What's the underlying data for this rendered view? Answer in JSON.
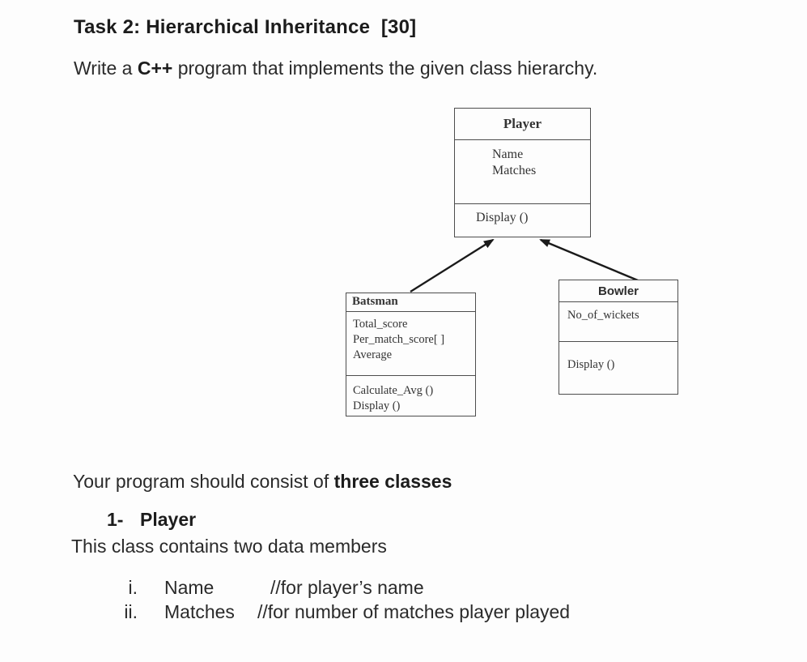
{
  "page": {
    "heading": "Task 2: Hierarchical Inheritance  [30]",
    "intro": {
      "prefix": "Write a ",
      "bold": "C++",
      "suffix": " program that implements the given class hierarchy."
    },
    "consist": {
      "prefix": "Your program should consist of ",
      "bold": "three classes"
    },
    "item1": {
      "number": "1-",
      "title": "Player",
      "desc": "This class contains two data members"
    },
    "members": [
      {
        "roman": "i.",
        "name": "Name",
        "comment": "//for player’s name"
      },
      {
        "roman": "ii.",
        "name": "Matches",
        "comment": "//for number of matches player played"
      }
    ]
  },
  "diagram": {
    "player": {
      "title": "Player",
      "attributes": [
        "Name",
        "Matches"
      ],
      "methods": [
        "Display ()"
      ]
    },
    "batsman": {
      "title": "Batsman",
      "attributes": [
        "Total_score",
        "Per_match_score[ ]",
        "Average"
      ],
      "methods": [
        "Calculate_Avg ()",
        "Display ()"
      ]
    },
    "bowler": {
      "title": "Bowler",
      "attributes": [
        "No_of_wickets"
      ],
      "methods": [
        "Display ()"
      ]
    },
    "relationship": "inheritance",
    "ink_color": "#1a1a1a"
  }
}
